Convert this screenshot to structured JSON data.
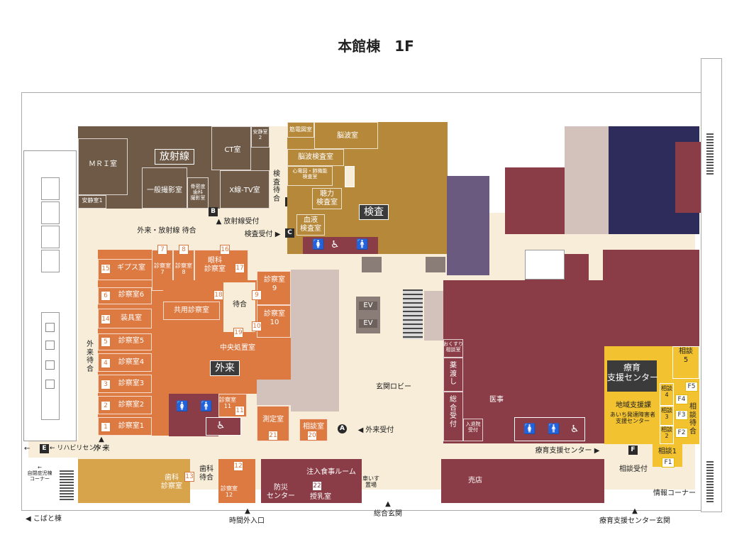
{
  "title": "本館棟　1F",
  "colors": {
    "floor": "#f7edd8",
    "radiology": "#6e5a47",
    "exam": "#b6883a",
    "outpatient": "#dd7a42",
    "medical": "#8a3d47",
    "navy": "#2e2c5a",
    "purple": "#6a5a80",
    "support": "#f2c230",
    "dental": "#d7a34b"
  },
  "sections": {
    "radiology": "放射線",
    "exam": "検査",
    "outpatient": "外来",
    "support": "療育\n支援センター"
  },
  "rooms": {
    "mri": "ＭＲＩ室",
    "ct": "CT室",
    "anjo2": "安静室\n2",
    "anjo1": "安静室1",
    "ippan": "一般撮影室",
    "kotsu": "骨密度\n歯科\n撮影室",
    "xray": "X線-TV室",
    "kindenzu": "筋電図室",
    "nouha": "脳波室",
    "nouhakensa": "脳波検査室",
    "shindenzu": "心電図・肺機能\n検査室",
    "choryoku": "聴力\n検査室",
    "ketsueki": "血液\n検査室",
    "gips": "ギプス室",
    "shin7": "診察室\n7",
    "shin8": "診察室\n8",
    "ganka": "眼科\n診察室",
    "shin6": "診察室6",
    "soguroom": "装具室",
    "shin5": "診察室5",
    "shin4": "診察室4",
    "shin3": "診察室3",
    "shin2": "診察室2",
    "shin1": "診察室1",
    "kyoyo": "共用診察室",
    "shin9": "診察室\n9",
    "shin10": "診察室\n10",
    "chuo": "中央処置室",
    "shin11": "診察室\n11",
    "sokutei": "測定室",
    "sodan": "相談室",
    "shika": "歯科\n診察室",
    "shin12": "診察室\n12",
    "bosai": "防災\nセンター",
    "chunyu": "注入食事ルーム",
    "junyu": "授乳室",
    "kurumaisu": "車いす\n置場",
    "okusuri": "おくすり\n相談室",
    "yakuwatashi": "薬\n渡\nし",
    "sogouketsuke": "総\n合\n受\n付",
    "iji": "医事",
    "nyuin": "入退院\n受付",
    "baiten": "売店",
    "chiiki": "地域支援課",
    "aichi": "あいち発達障害者\n支援センター",
    "sodan1": "相談1",
    "sodan2": "相談\n2",
    "sodan3": "相談\n3",
    "sodan4": "相談\n4",
    "sodan5": "相談\n5"
  },
  "labels": {
    "kensamachiai": "検\n査\n待\n合",
    "gairaihoshasen": "外来・放射線 待合",
    "hoshasenuketsuke": "▲ 放射線受付",
    "kensauketsuke": "検査受付 ▶",
    "machiai": "待合",
    "gairaimachiai": "外\n来\n待\n合",
    "genkanlobby": "玄関ロビー",
    "gairaiuketsuke": "◀ 外来受付",
    "rehab": "← リハビリセンター",
    "gairai": "外 来",
    "gairaiarrow": "▲",
    "jiritsu": "←\n自閉症児棟\nコーナー",
    "shikamachiai": "歯科\n待合",
    "ryoikuright": "療育支援センター ▶",
    "sodanuketsuke": "相談受付",
    "sodanmachiai": "相\n談\n待\n合",
    "joho": "情報コーナー",
    "kobato": "◀ こばと棟",
    "jikangai": "時間外入口",
    "sogogenkan": "総合玄関",
    "ryoikugenkan": "療育支援センター玄関",
    "ev": "EV"
  },
  "markers": {
    "A": "A",
    "B": "B",
    "C": "C",
    "D": "D",
    "E": "E",
    "F": "F"
  },
  "numbers": [
    "1",
    "2",
    "3",
    "4",
    "5",
    "6",
    "7",
    "8",
    "9",
    "10",
    "11",
    "12",
    "13",
    "14",
    "15",
    "16",
    "17",
    "18",
    "19",
    "20",
    "21",
    "22"
  ],
  "fnumbers": [
    "F1",
    "F2",
    "F3",
    "F4",
    "F5"
  ],
  "icons": {
    "woman": "🚺",
    "man": "🚹",
    "wheelchair": "♿"
  }
}
